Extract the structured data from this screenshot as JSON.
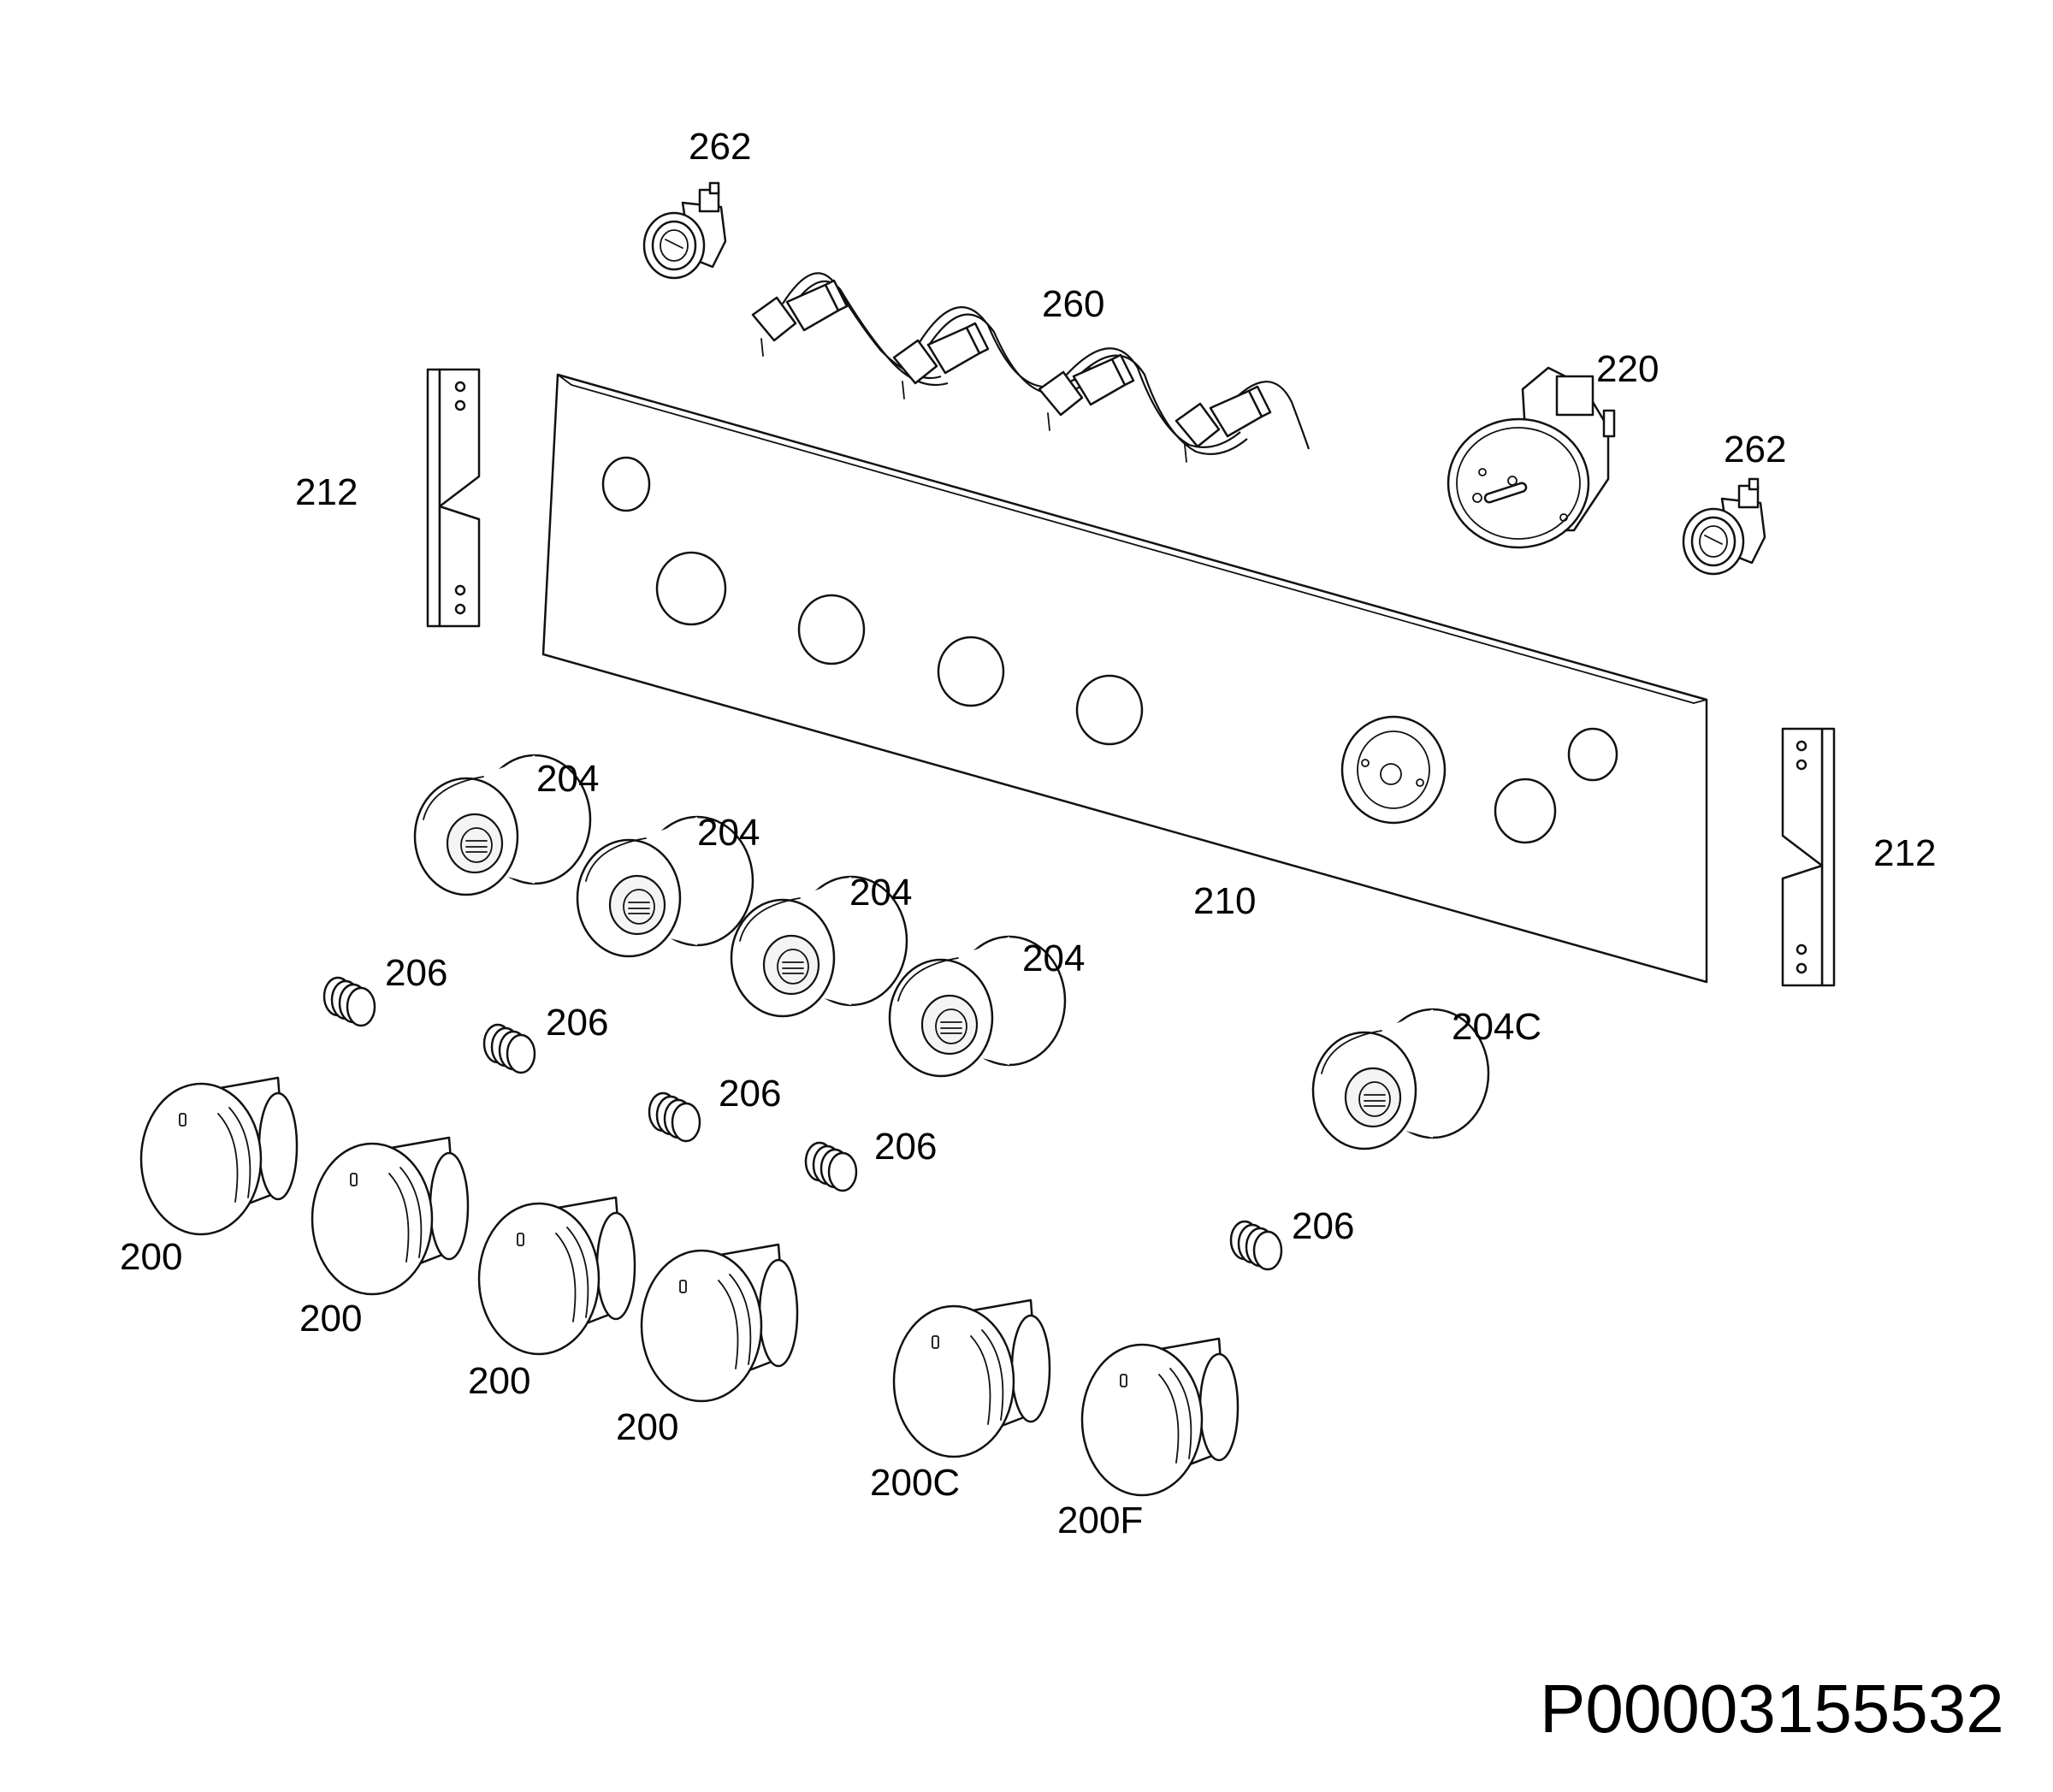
{
  "drawing_number": "P00003155532",
  "labels": {
    "l_262a": "262",
    "l_260": "260",
    "l_220": "220",
    "l_262b": "262",
    "l_212a": "212",
    "l_212b": "212",
    "l_210": "210",
    "l_204a": "204",
    "l_204b": "204",
    "l_204c": "204",
    "l_204d": "204",
    "l_204C": "204C",
    "l_206a": "206",
    "l_206b": "206",
    "l_206c": "206",
    "l_206d": "206",
    "l_206e": "206",
    "l_200a": "200",
    "l_200b": "200",
    "l_200c": "200",
    "l_200d": "200",
    "l_200C": "200C",
    "l_200F": "200F"
  },
  "icons": {
    "panel": "control-panel-icon",
    "knob": "control-knob-icon",
    "bezel": "knob-bezel-icon",
    "spring": "spring-icon",
    "lamp": "indicator-lamp-icon",
    "timer": "timer-motor-icon",
    "switch": "switch-harness-icon",
    "bracket": "mounting-bracket-icon"
  }
}
